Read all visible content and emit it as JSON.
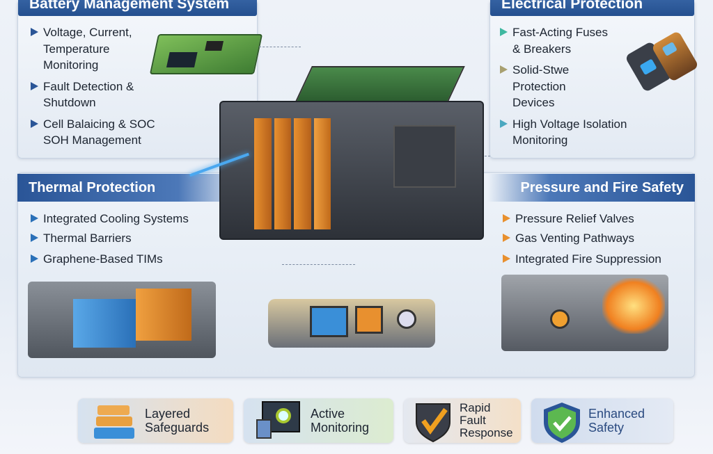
{
  "bms": {
    "title": "Battery Management System",
    "items": [
      "Voltage, Current, Temperature Monitoring",
      "Fault Detection & Shutdown",
      "Cell Balaicing & SOC SOH Management"
    ]
  },
  "electrical": {
    "title": "Electrical Protection",
    "items": [
      "Fast-Acting Fuses & Breakers",
      "Solid-Stwe Protection Devices",
      "High Voltage Isolation Monitoring"
    ]
  },
  "thermal": {
    "title": "Thermal Protection",
    "items": [
      "Integrated Cooling Systems",
      "Thermal Barriers",
      "Graphene-Based TIMs"
    ]
  },
  "pressure": {
    "title": "Pressure and Fire Safety",
    "items": [
      "Pressure Relief Valves",
      "Gas Venting Pathways",
      "Integrated Fire Suppression"
    ]
  },
  "badges": [
    {
      "label": "Layered Safeguards",
      "icon": "layers-icon"
    },
    {
      "label": "Active Monitoring",
      "icon": "monitor-icon"
    },
    {
      "label": "Rapid Fault Response",
      "icon": "shield-bolt-icon"
    },
    {
      "label": "Enhanced Safety",
      "icon": "shield-check-icon"
    }
  ],
  "colors": {
    "header": "#2a5597",
    "orange": "#e8902f",
    "blue": "#3a8fd8",
    "green": "#4caf50"
  }
}
